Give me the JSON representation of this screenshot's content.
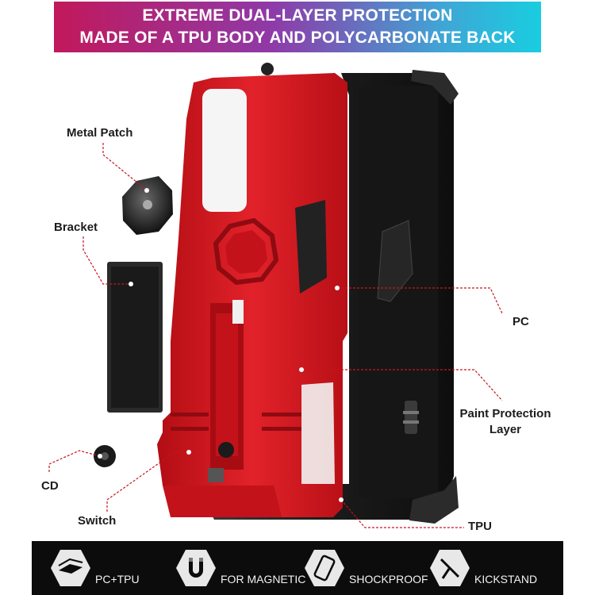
{
  "banner": {
    "line1": "EXTREME DUAL-LAYER PROTECTION",
    "line2": "MADE OF A TPU BODY AND POLYCARBONATE BACK"
  },
  "labels": {
    "metal_patch": "Metal Patch",
    "bracket": "Bracket",
    "cd": "CD",
    "switch": "Switch",
    "pc": "PC",
    "paint_protection_line1": "Paint Protection",
    "paint_protection_line2": "Layer",
    "tpu": "TPU"
  },
  "colors": {
    "case_red": "#d4141c",
    "case_black": "#1e1e1e",
    "callout_red": "#c8141e",
    "bar_black": "#0c0c0c"
  },
  "features": [
    {
      "icon": "layers-icon",
      "label": "PC+TPU"
    },
    {
      "icon": "magnet-icon",
      "label": "FOR MAGNETIC"
    },
    {
      "icon": "shield-phone-icon",
      "label": "SHOCKPROOF"
    },
    {
      "icon": "kickstand-icon",
      "label": "KICKSTAND"
    }
  ]
}
